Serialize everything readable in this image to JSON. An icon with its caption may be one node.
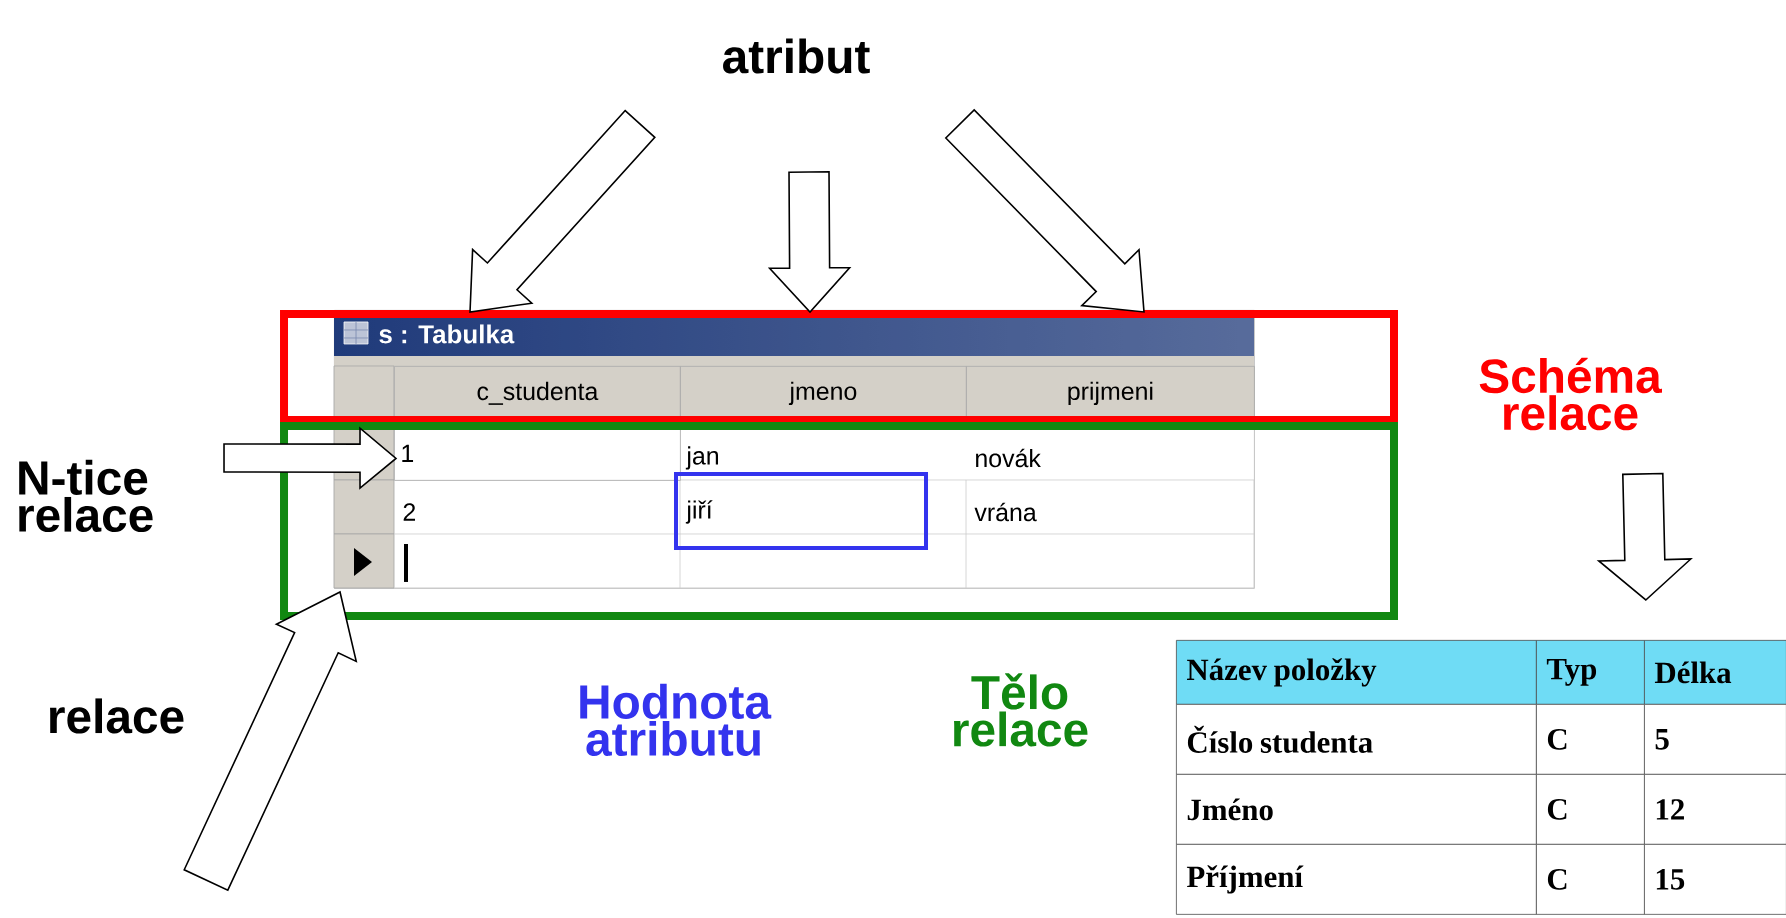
{
  "diagram": {
    "nodes": [
      {
        "text": [
          "atribut"
        ]
      },
      {
        "text": [
          "s : Tabulka"
        ]
      },
      {
        "text": [
          "c_studenta"
        ],
        "in": 1
      },
      {
        "text": [
          "jmeno"
        ],
        "in": 1
      },
      {
        "text": [
          "prijmeni"
        ],
        "in": 1
      },
      {
        "text": [
          "1"
        ],
        "in": 1
      },
      {
        "text": [
          "N-tice relace"
        ]
      },
      {
        "text": [
          "Schéma relace"
        ]
      },
      {
        "text": [
          "Název položky",
          "Typ",
          "Délka",
          "Číslo studenta",
          "C",
          "5",
          "Jméno",
          "C",
          "12",
          "Příjmení",
          "C",
          "15"
        ]
      }
    ],
    "edges": [
      {
        "from": 0,
        "to": 1,
        "arrow": "to"
      },
      {
        "from": 0,
        "to": 1,
        "arrow": "to"
      },
      {
        "from": 0,
        "to": 1,
        "arrow": "to"
      },
      {
        "from": 6,
        "to": 5,
        "arrow": "to"
      },
      {
        "from": 7,
        "to": 8,
        "arrow": "to"
      },
      {
        "from": null,
        "to": 1,
        "arrow": "to"
      }
    ],
    "labels": [
      "jan",
      "novák",
      "2",
      "jiří",
      "vrána",
      "relace",
      "Hodnota atributu",
      "Tělo relace"
    ]
  }
}
